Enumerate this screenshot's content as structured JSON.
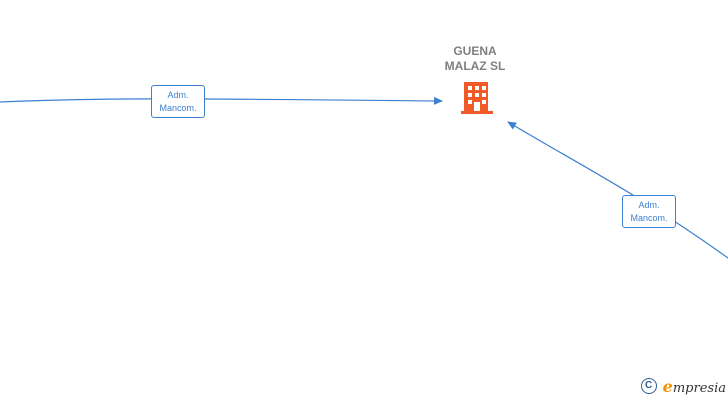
{
  "company": {
    "name_lines": [
      "GUENA",
      "MALAZ  SL"
    ],
    "icon": "building-icon",
    "icon_color": "#f05a28"
  },
  "relations": [
    {
      "label_lines": [
        "Adm.",
        "Mancom."
      ],
      "arrow_color": "#3c80d0"
    },
    {
      "label_lines": [
        "Adm.",
        "Mancom."
      ],
      "arrow_color": "#3c80d0"
    }
  ],
  "brand": {
    "copyright_symbol": "C",
    "e_letter": "e",
    "rest": "mpresia"
  }
}
